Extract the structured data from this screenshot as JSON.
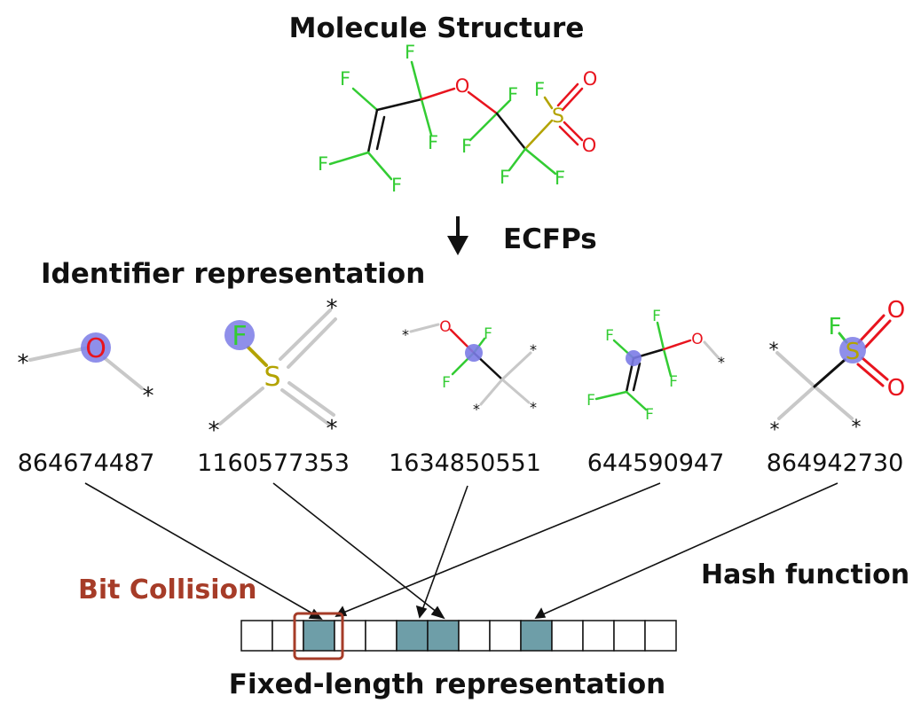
{
  "titles": {
    "molecule_structure": "Molecule Structure",
    "ecfps": "ECFPs",
    "identifier_representation": "Identifier representation",
    "bit_collision": "Bit Collision",
    "hash_function": "Hash function",
    "fixed_length_representation": "Fixed-length representation"
  },
  "atoms": {
    "fluorine": "F",
    "oxygen": "O",
    "sulfur": "S",
    "wildcard": "*"
  },
  "identifiers": [
    "864674487",
    "1160577353",
    "1634850551",
    "644590947",
    "864942730"
  ],
  "bit_vector": {
    "length": 14,
    "filled": [
      2,
      5,
      6,
      9
    ],
    "collision_index": 2
  },
  "colors": {
    "fluorine": "#33cc33",
    "oxygen": "#e8141e",
    "sulfur": "#b3a300",
    "highlight": "#7b7be6",
    "wildcard_bond": "#c8c8c8",
    "filled_bit": "#6e9ea8",
    "collision": "#a63c28"
  }
}
